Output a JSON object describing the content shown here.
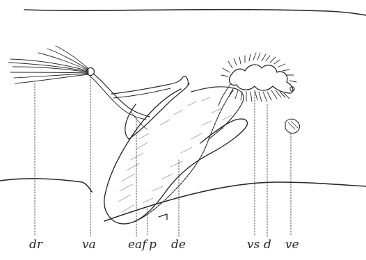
{
  "figure": {
    "ink_color": "#2a2a2a",
    "labels": {
      "dr": "dr",
      "va": "va",
      "eaf": "eaf",
      "p": "p",
      "de": "de",
      "vs": "vs",
      "d": "d",
      "ve": "ve"
    }
  }
}
